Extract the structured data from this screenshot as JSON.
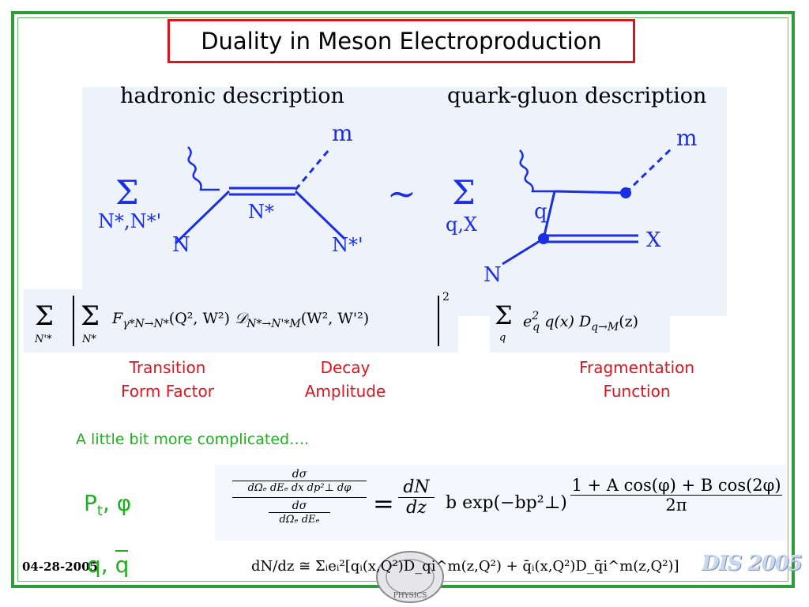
{
  "title": "Duality in Meson Electroproduction",
  "headings": {
    "hadronic": "hadronic description",
    "quark_gluon": "quark-gluon description"
  },
  "hadronic_diagram": {
    "sum_symbol": "Σ",
    "sum_index": "N*,N*'",
    "label_m": "m",
    "label_N": "N",
    "label_Nstar": "N*",
    "label_Nstarprime": "N*'"
  },
  "tilde": "~",
  "quark_diagram": {
    "sum_symbol": "Σ",
    "sum_index": "q,X",
    "label_m": "m",
    "label_q": "q",
    "label_X": "X",
    "label_N": "N"
  },
  "formula_left": {
    "outer_sum_index": "N'*",
    "inner_sum_index": "N*",
    "F": "F",
    "F_sub": "γ*N→N*",
    "F_args": "(Q², W²)",
    "D": "𝒟",
    "D_sub": "N*→N'*M",
    "D_args": "(W², W'²)",
    "power": "2"
  },
  "formula_right": {
    "sum_index": "q",
    "e": "e",
    "e_sub": "q",
    "e_sup": "2",
    "qx": "q(x)",
    "D": "D",
    "D_sub": "q→M",
    "D_args": "(z)"
  },
  "labels": {
    "transition_1": "Transition",
    "transition_2": "Form Factor",
    "decay_1": "Decay",
    "decay_2": "Amplitude",
    "frag_1": "Fragmentation",
    "frag_2": "Function"
  },
  "complicated": "A little bit more complicated….",
  "pt_label": "P",
  "pt_sub": "t",
  "pt_phi": ", φ",
  "cross_section": {
    "num_top": "dσ",
    "num_bottom": "dΩₑ dEₑ dx dp²⊥ dφ",
    "den_top": "dσ",
    "den_bottom": "dΩₑ dEₑ",
    "eq": "=",
    "dN": "dN",
    "dz": "dz",
    "b_exp": "b exp(−bp²⊥)",
    "ang_num": "1 + A cos(φ) + B cos(2φ)",
    "ang_den": "2π"
  },
  "date": "04-28-2005",
  "qqbar": "q, q",
  "bottom_formula": "dN/dz ≅ Σᵢeᵢ²[qᵢ(x,Q²)D_qi^m(z,Q²) + q̄ᵢ(x,Q²)D_q̄i^m(z,Q²)]",
  "logo_text": "DIS 2005",
  "seal_text": "PHYSICS",
  "colors": {
    "frame": "#2e9c3a",
    "title_border": "#d8141c",
    "diagram": "#1a2ee6",
    "red_text": "#e0141e",
    "green_text": "#1fb01f"
  }
}
